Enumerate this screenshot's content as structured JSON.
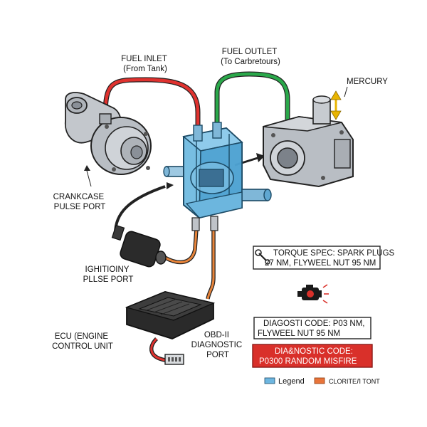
{
  "labels": {
    "fuel_inlet": [
      "FUEL INLET",
      "(From Tank)"
    ],
    "fuel_outlet": [
      "FUEL OUTLET",
      "(To Carbretours)"
    ],
    "mercury": [
      "MERCURY"
    ],
    "crankcase": [
      "CRANKCASE",
      "PULSE PORT"
    ],
    "ignition": [
      "IGHITIOINY",
      "PLLSE PORT"
    ],
    "ecu": [
      "ECU (ENGINE",
      "CONTROL UNIT"
    ],
    "obd": [
      "OBD-II",
      "DIAGNOSTIC",
      "PORT"
    ]
  },
  "torque_box": [
    "TORQUE SPEC: SPARK PLUGS",
    "27 NM, FLYWEEL NUT 95 NM"
  ],
  "diag_box": [
    "DIAGOSTI CODE: P03 NM,",
    "FLYWEEL NUT 95 NM"
  ],
  "error_box": [
    "DIA&NOSTIC CODE:",
    "P0300 RANDOM MISFIRE"
  ],
  "legend": {
    "item1": "Legend",
    "item2": "CLORITEЛ TONT"
  },
  "colors": {
    "fuel_inlet_hose": "#e0322f",
    "fuel_outlet_hose": "#2aa84a",
    "pump_body": "#5fb3dd",
    "orange_wire": "#e8843a",
    "error_fill": "#d9302a",
    "legend_blue": "#6db6e0",
    "legend_orange": "#e8743a"
  },
  "icons": [
    "engine-warning-icon",
    "wrench-icon",
    "up-down-arrow-icon"
  ]
}
